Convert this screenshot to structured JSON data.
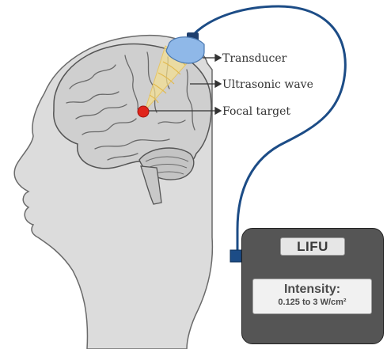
{
  "labels": {
    "transducer": "Transducer",
    "ultrasonic_wave": "Ultrasonic wave",
    "focal_target": "Focal target"
  },
  "device": {
    "title": "LIFU",
    "intensity_label": "Intensity:",
    "intensity_value": "0.125 to 3 W/cm²"
  },
  "colors": {
    "head": "#dcdcdc",
    "brain": "#cfcfcf",
    "cable": "#1c4c86",
    "transducer": "#8fb8e8",
    "wave": "#f5df8f",
    "focal_target": "#e0251b",
    "device": "#555555"
  }
}
